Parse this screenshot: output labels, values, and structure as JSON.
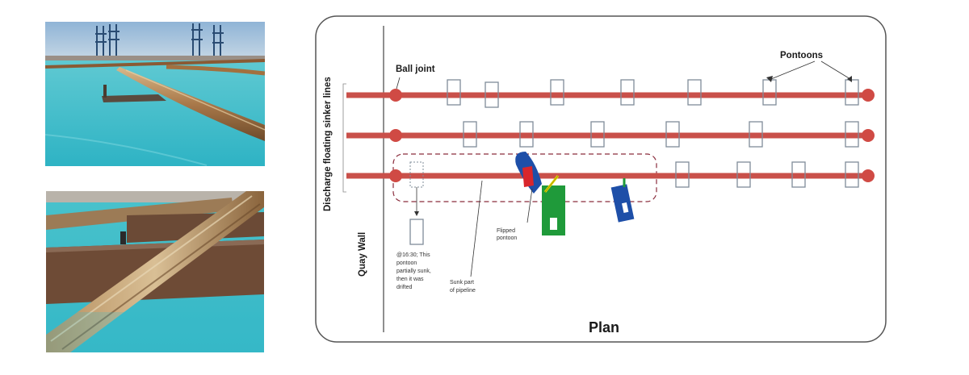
{
  "diagram": {
    "title": "Plan",
    "labels": {
      "ball_joint": "Ball joint",
      "pontoons": "Pontoons",
      "vertical_axis": "Discharge floating sinker lines",
      "quay_wall": "Quay Wall",
      "flipped_pontoon_line1": "Flipped",
      "flipped_pontoon_line2": "pontoon",
      "note_line1": "@16:30; This",
      "note_line2": "pontoon",
      "note_line3": "partially sunk,",
      "note_line4": "then it was",
      "note_line5": "drifted",
      "sunk_line1": "Sunk part",
      "sunk_line2": "of pipeline"
    },
    "colors": {
      "pipeline": "#c9504a",
      "pontoon_outline": "#7f8c99",
      "sunk_box_outline": "#8a2c3c",
      "flipped_blue": "#1e4fa8",
      "flipped_red": "#d8262c",
      "flipped_green": "#1f9a3a",
      "float_yellow": "#e8d800"
    }
  },
  "photos": {
    "top": {
      "subject": "floating pipeline in harbor water with cranes"
    },
    "bottom": {
      "subject": "rusty floating pipelines on pontoons in water"
    }
  }
}
